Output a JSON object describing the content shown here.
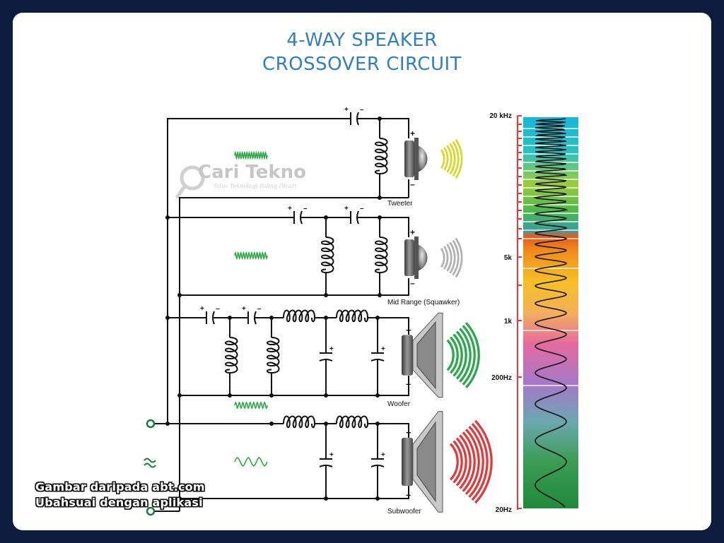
{
  "title": {
    "line1": "4-WAY SPEAKER",
    "line2": "CROSSOVER CIRCUIT"
  },
  "speakers": [
    {
      "id": "tweeter",
      "label": "Tweeter",
      "wave_color": "#d8d82a"
    },
    {
      "id": "midrange",
      "label": "Mid Range (Squawker)",
      "wave_color": "#b0b0b0"
    },
    {
      "id": "woofer",
      "label": "Woofer",
      "wave_color": "#2aa84a"
    },
    {
      "id": "subwoofer",
      "label": "Subwoofer",
      "wave_color": "#e23a3a"
    }
  ],
  "frequency_scale": {
    "ticks": [
      {
        "label": "20 kHz"
      },
      {
        "label": "5k"
      },
      {
        "label": "1k"
      },
      {
        "label": "200Hz"
      },
      {
        "label": "20Hz"
      }
    ]
  },
  "watermark": {
    "name": "Cari Tekno",
    "tagline": "Situs Teknologi Paling Dicari"
  },
  "credit": {
    "line1": "Gambar daripada abt.com",
    "line2": "Ubahsuai dengan aplikasi"
  },
  "colors": {
    "title": "#2f7fc1",
    "wire": "#111111",
    "terminal": "#1a7a3a",
    "signal": "#2fa84a",
    "tick": "#e53935"
  }
}
